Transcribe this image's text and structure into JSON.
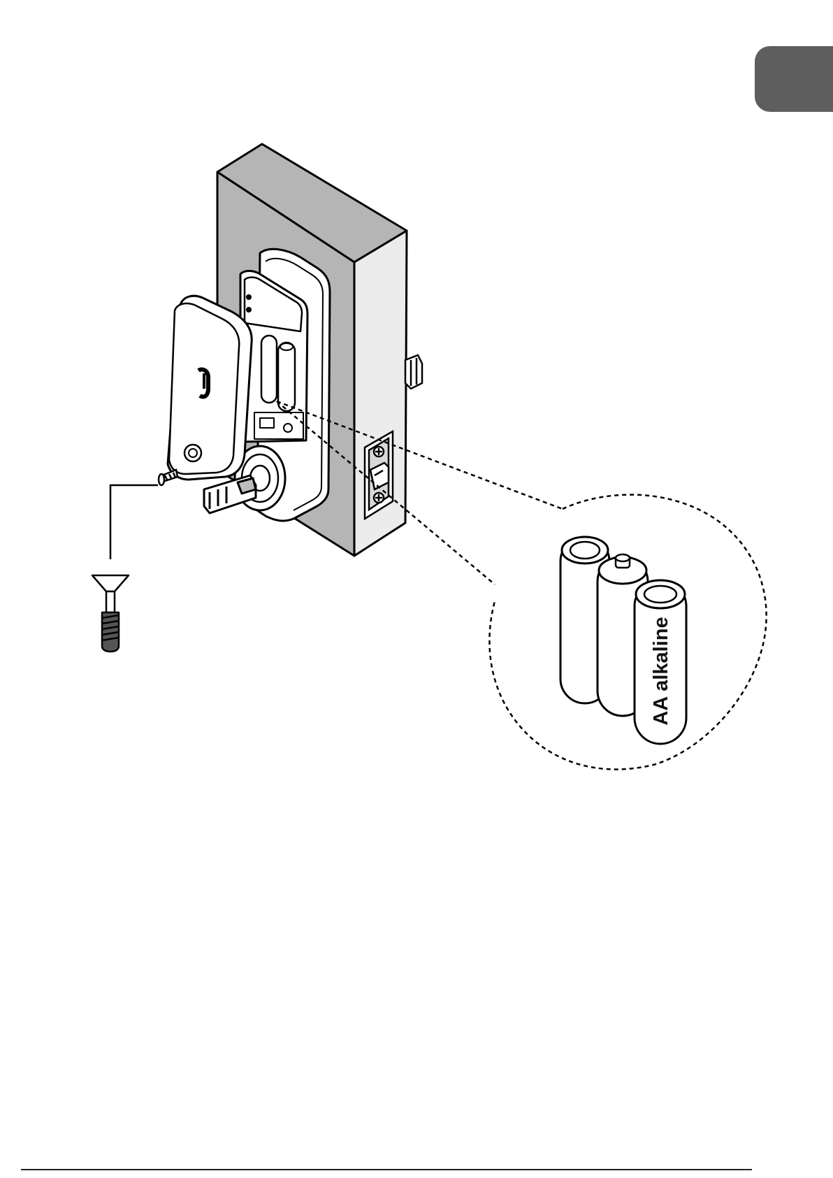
{
  "page": {
    "background": "#ffffff",
    "tab_color": "#5e5e5e",
    "wall_color": "#b5b5b5"
  },
  "illustration": {
    "subject": "smart-lock-battery-installation",
    "icons": [
      "door-block-icon",
      "smart-lock-icon",
      "screw-icon",
      "screw-detail-icon",
      "aa-batteries-icon"
    ],
    "battery_label": "AA alkaline",
    "battery_count": 3
  }
}
